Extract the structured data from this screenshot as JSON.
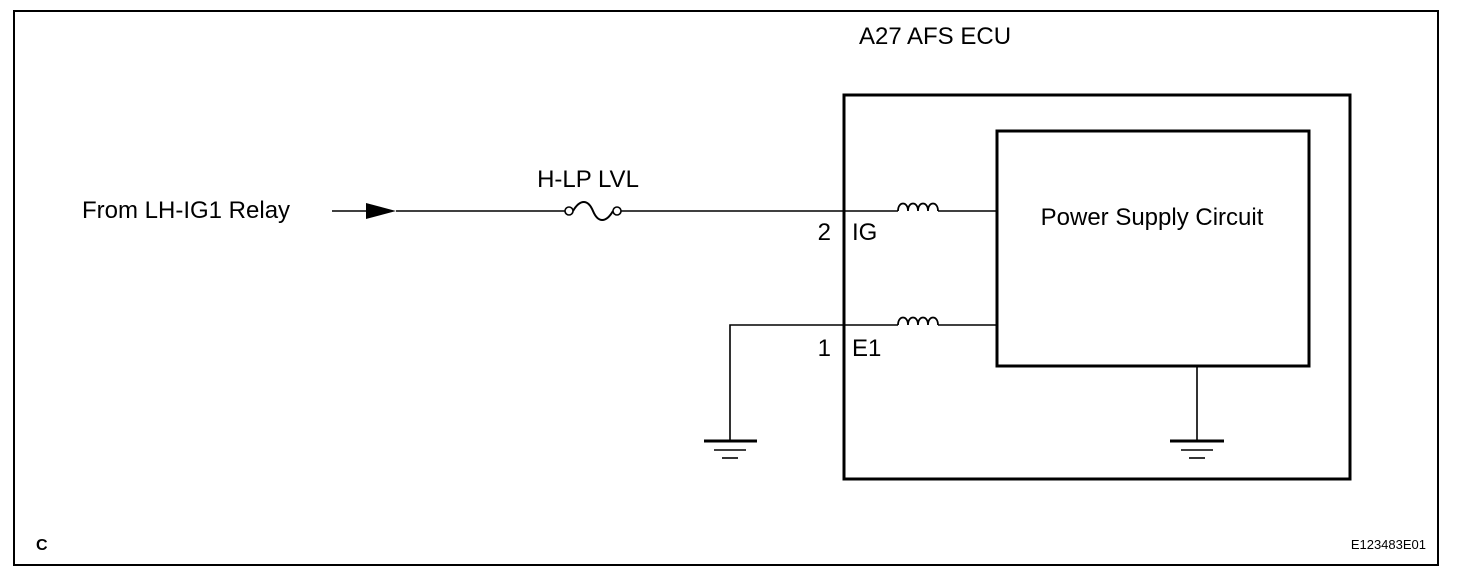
{
  "ecu": {
    "title": "A27 AFS ECU"
  },
  "source": {
    "label": "From LH-IG1 Relay"
  },
  "fuse": {
    "label": "H-LP LVL"
  },
  "inner_block": {
    "label": "Power Supply Circuit"
  },
  "pins": [
    {
      "number": "2",
      "name": "IG"
    },
    {
      "number": "1",
      "name": "E1"
    }
  ],
  "corner_code": "C",
  "figure_id": "E123483E01"
}
